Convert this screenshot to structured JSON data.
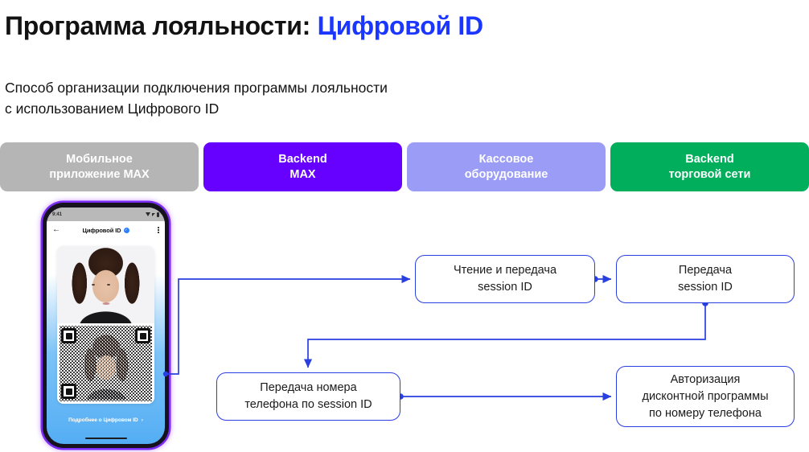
{
  "header": {
    "title_main": "Программа лояльности:",
    "title_accent": "Цифровой ID",
    "subtitle": "Способ организации подключения программы лояльности\nс использованием Цифрового ID"
  },
  "lanes": [
    {
      "label": "Мобильное\nприложение MAX",
      "color": "#B5B5B5"
    },
    {
      "label": "Backend\nMAX",
      "color": "#6600FF"
    },
    {
      "label": "Кассовое\nоборудование",
      "color": "#9A9CF5"
    },
    {
      "label": "Backend\nторговой сети",
      "color": "#00AE5B"
    }
  ],
  "phone": {
    "status_time": "9:41",
    "app_title": "Цифровой ID",
    "verified_glyph": "✓",
    "back_glyph": "←",
    "footer_link": "Подробнее о Цифровом ID",
    "footer_chevron": "›"
  },
  "flow": {
    "nodes": [
      {
        "id": "n1",
        "label": "Чтение и передача\nsession ID"
      },
      {
        "id": "n2",
        "label": "Передача\nsession ID"
      },
      {
        "id": "n3",
        "label": "Передача номера\nтелефона по session ID"
      },
      {
        "id": "n4",
        "label": "Авторизация\nдисконтной программы\nпо номеру телефона"
      }
    ],
    "line_color": "#2A3FE0"
  },
  "chart_data": {
    "type": "diagram",
    "title": "Программа лояльности: Цифровой ID",
    "subtitle": "Способ организации подключения программы лояльности с использованием Цифрового ID",
    "swimlanes": [
      "Мобильное приложение MAX",
      "Backend MAX",
      "Кассовое оборудование",
      "Backend торговой сети"
    ],
    "nodes": [
      {
        "id": "phone",
        "label": "Цифровой ID (QR)",
        "lane": "Мобильное приложение MAX"
      },
      {
        "id": "n1",
        "label": "Чтение и передача session ID",
        "lane": "Кассовое оборудование"
      },
      {
        "id": "n2",
        "label": "Передача session ID",
        "lane": "Backend торговой сети"
      },
      {
        "id": "n3",
        "label": "Передача номера телефона по session ID",
        "lane": "Backend MAX"
      },
      {
        "id": "n4",
        "label": "Авторизация дисконтной программы по номеру телефона",
        "lane": "Backend торговой сети"
      }
    ],
    "edges": [
      {
        "from": "phone",
        "to": "n1"
      },
      {
        "from": "n1",
        "to": "n2"
      },
      {
        "from": "n2",
        "to": "n3"
      },
      {
        "from": "n3",
        "to": "n4"
      }
    ]
  }
}
